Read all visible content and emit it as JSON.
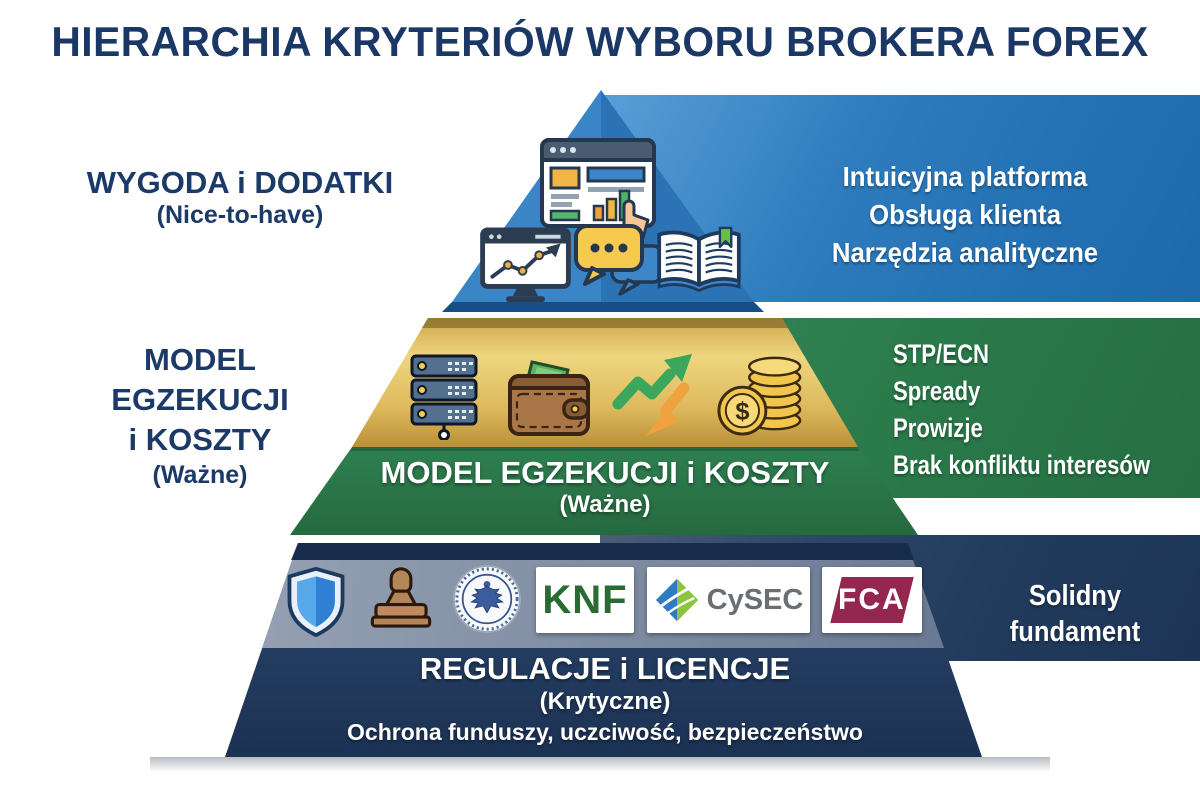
{
  "title": "HIERARCHIA KRYTERIÓW WYBORU BROKERA FOREX",
  "left_labels": {
    "convenience": {
      "title": "WYGODA i DODATKI",
      "subtitle": "(Nice-to-have)"
    },
    "execution": {
      "line1": "MODEL",
      "line2": "EGZEKUCJI",
      "line3": "i KOSZTY",
      "subtitle": "(Ważne)"
    }
  },
  "pyramid": {
    "top_tier": {
      "icons": [
        "trading-platform-window",
        "analytics-monitor",
        "chat-bubbles",
        "open-book"
      ]
    },
    "middle_tier": {
      "title": "MODEL EGZEKUCJI i KOSZTY",
      "subtitle": "(Ważne)",
      "coin_symbol": "$",
      "icons": [
        "server-stack",
        "wallet",
        "trend-arrows",
        "coin-stack"
      ]
    },
    "bottom_tier": {
      "title": "REGULACJE i LICENCJE",
      "subtitle": "(Krytyczne)",
      "description": "Ochrona funduszy, uczciwość, bezpieczeństwo",
      "icons": [
        "shield",
        "stamp",
        "eagle-seal"
      ],
      "logos": {
        "knf": "KNF",
        "cysec": "CySEC",
        "fca": "FCA"
      }
    }
  },
  "right_bands": {
    "blue": {
      "lines": [
        "Intuicyjna platforma",
        "Obsługa klienta",
        "Narzędzia analityczne"
      ]
    },
    "green": {
      "lines": [
        "STP/ECN",
        "Spready",
        "Prowizje",
        "Brak konfliktu interesów"
      ]
    },
    "navy": {
      "lines": [
        "Solidny",
        "fundament"
      ]
    }
  },
  "colors": {
    "title_navy": "#1a3766",
    "tier_blue_light": "#3a85c6",
    "tier_blue_dark": "#2b73b5",
    "band_blue": "#2673b5",
    "gold": "#e3bd5e",
    "green": "#2a7a4a",
    "navy": "#22395c",
    "knf_green": "#2a6b33",
    "fca_maroon": "#93274e"
  }
}
